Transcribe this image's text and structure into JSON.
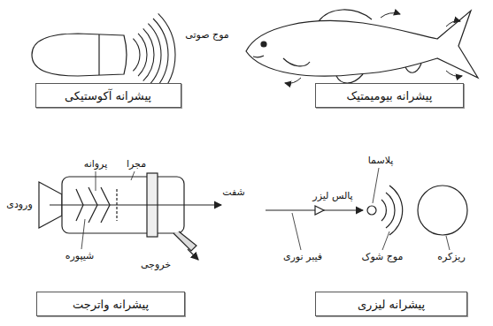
{
  "diagram": {
    "nodes": [
      {
        "text": [
          "پیشرانه آکوستیکی"
        ]
      },
      {
        "text": [
          "پیشرانه بیومیمتیک"
        ]
      },
      {
        "text": [
          "پیشرانه واترجت"
        ]
      },
      {
        "text": [
          "پیشرانه لیزری"
        ]
      }
    ],
    "labels": [
      "موج صوتی",
      "پروانه",
      "مجرا",
      "ورودی",
      "شفت",
      "شیپوره",
      "خروجی",
      "پلاسما",
      "پالس لیزر",
      "فیبر نوری",
      "موج شوک",
      "ریزکره"
    ]
  }
}
